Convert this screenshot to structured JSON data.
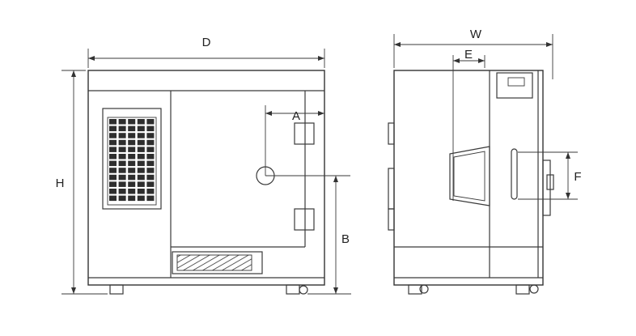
{
  "labels": {
    "D": "D",
    "W": "W",
    "H": "H",
    "A": "A",
    "B": "B",
    "E": "E",
    "F": "F"
  },
  "colors": {
    "line": "#333333",
    "background": "#ffffff"
  }
}
